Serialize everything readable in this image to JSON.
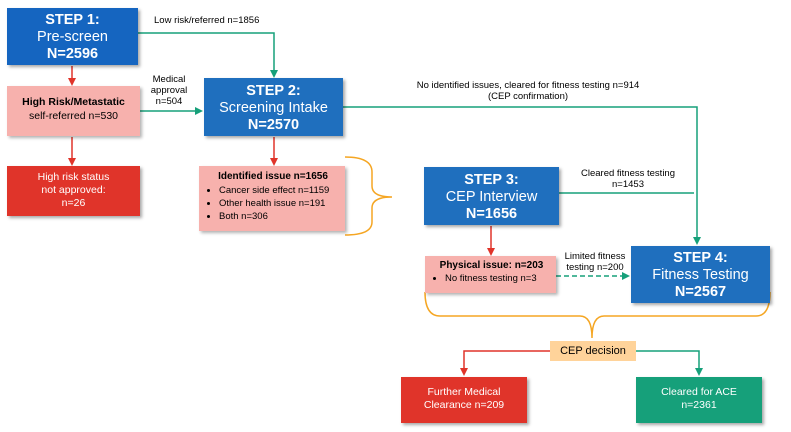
{
  "colors": {
    "step_blue": "#1f6fbe",
    "issue_pink": "#f7b1ad",
    "outcome_red": "#e0342a",
    "outcome_green": "#16a07a",
    "decision_orange": "#ffd39a",
    "arrow_red": "#e0342a",
    "arrow_teal": "#16a07a",
    "brace_orange": "#f5a623"
  },
  "step1": {
    "title": "STEP 1:",
    "name": "Pre-screen",
    "n": "N=2596"
  },
  "step2": {
    "title": "STEP 2:",
    "name": "Screening Intake",
    "n": "N=2570"
  },
  "step3": {
    "title": "STEP 3:",
    "name": "CEP Interview",
    "n": "N=1656"
  },
  "step4": {
    "title": "STEP 4:",
    "name": "Fitness Testing",
    "n": "N=2567"
  },
  "high_risk": {
    "line1": "High Risk/Metastatic",
    "line2": "self-referred n=530"
  },
  "not_approved": {
    "line1": "High risk status",
    "line2": "not approved:",
    "line3": "n=26"
  },
  "identified_issue": {
    "header": "Identified issue n=1656",
    "items": [
      "Cancer side effect n=1159",
      "Other health issue n=191",
      "Both n=306"
    ]
  },
  "physical_issue": {
    "header": "Physical issue: n=203",
    "items": [
      "No fitness testing n=3"
    ]
  },
  "decision": {
    "label": "CEP decision"
  },
  "further_medical": {
    "line1": "Further Medical",
    "line2": "Clearance n=209"
  },
  "cleared_ace": {
    "line1": "Cleared for ACE",
    "line2": "n=2361"
  },
  "labels": {
    "low_risk": "Low risk/referred n=1856",
    "medical_approval_1": "Medical",
    "medical_approval_2": "approval",
    "medical_approval_3": "n=504",
    "no_issues_1": "No identified issues, cleared for fitness testing  n=914",
    "no_issues_2": "(CEP confirmation)",
    "cleared_testing_1": "Cleared fitness testing",
    "cleared_testing_2": "n=1453",
    "limited_1": "Limited fitness",
    "limited_2": "testing n=200"
  }
}
